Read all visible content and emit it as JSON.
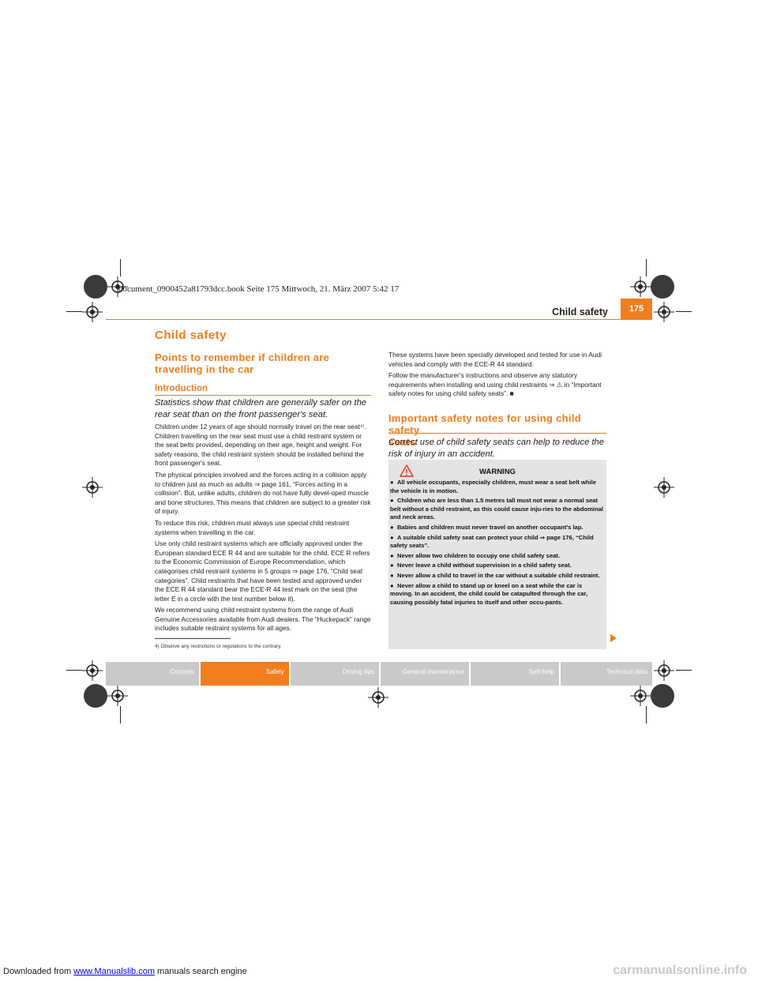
{
  "download_banner": {
    "prefix": "Downloaded from",
    "link": "www.Manualslib.com",
    "suffix": "manuals search engine"
  },
  "watermark": "carmanualsonline.info",
  "print_info": "document_0900452a81793dcc.book  Seite 175  Mittwoch, 21. März 2007  5:42 17",
  "header": {
    "running_title": "Child safety",
    "page_number": "175"
  },
  "chapter_title": "Child safety",
  "section": {
    "title_line1": "Points to remember if children are",
    "title_line2": "travelling in the car",
    "sub_title": "Introduction",
    "lead_line1": "Statistics show that children are generally safer on the",
    "lead_line2": "rear seat than on the front passenger's seat.",
    "paragraphs": [
      "Children under 12 years of age should normally travel on the rear seat⁴⁾. Children travelling on the rear seat must use a child restraint system or the seat belts provided, depending on their age, height and weight. For safety reasons, the child restraint system should be installed behind the front passenger's seat.",
      "The physical principles involved and the forces acting in a collision apply to children just as much as adults ⇒ page 161, “Forces acting in a collision”. But, unlike adults, children do not have fully devel-oped muscle and bone structures. This means that children are subject to a greater risk of injury.",
      "To reduce this risk, children must always use special child restraint systems when travelling in the car.",
      "Use only child restraint systems which are officially approved under the European standard ECE R 44 and are suitable for the child. ECE R refers to the Economic Commission of Europe Recommendation, which categorises child restraint systems in 5 groups ⇒ page 176, “Child seat categories”. Child restraints that have been tested and approved under the ECE R 44 standard bear the ECE-R 44 test mark on the seat (the letter E in a circle with the test number below it).",
      "We recommend using child restraint systems from the range of Audi Genuine Accessories available from Audi dealers. The “Huckepack” range includes suitable restraint systems for all ages."
    ],
    "right_paragraphs": [
      "These systems have been specially developed and tested for use in Audi vehicles and comply with the ECE-R 44 standard.",
      "Follow the manufacturer's instructions and observe any statutory requirements when installing and using child restraints ⇒ ⚠ in “Important safety notes for using child safety seats”. ■"
    ]
  },
  "footnote": "4)  Observe any restrictions or regulations to the contrary.",
  "section2": {
    "title_line1": "Important safety notes for using child safety",
    "title_line2": "seats",
    "lead_line1": "Correct use of child safety seats can help to reduce the",
    "lead_line2": "risk of injury in an accident."
  },
  "warning": {
    "title": "WARNING",
    "items": [
      "All vehicle occupants, especially children, must wear a seat belt while the vehicle is in motion.",
      "Children who are less than 1.5 metres tall must not wear a normal seat belt without a child restraint, as this could cause inju-ries to the abdominal and neck areas.",
      "Babies and children must never travel on another occupant's lap.",
      "A suitable child safety seat can protect your child ⇒ page 176, “Child safety seats”.",
      "Never allow two children to occupy one child safety seat.",
      "Never leave a child without supervision in a child safety seat.",
      "Never allow a child to travel in the car without a suitable child restraint.",
      "Never allow a child to stand up or kneel on a seat while the car is moving. In an accident, the child could be catapulted through the car, causing possibly fatal injuries to itself and other occu-pants."
    ]
  },
  "tabs": [
    {
      "label": "Controls"
    },
    {
      "label": "Safety"
    },
    {
      "label": "Driving tips"
    },
    {
      "label": "General maintenance"
    },
    {
      "label": "Self-help"
    },
    {
      "label": "Technical data"
    }
  ],
  "colors": {
    "accent": "#f07d1e",
    "tab_bg": "#c9c9c9",
    "warning_bg": "#e4e4e4"
  }
}
